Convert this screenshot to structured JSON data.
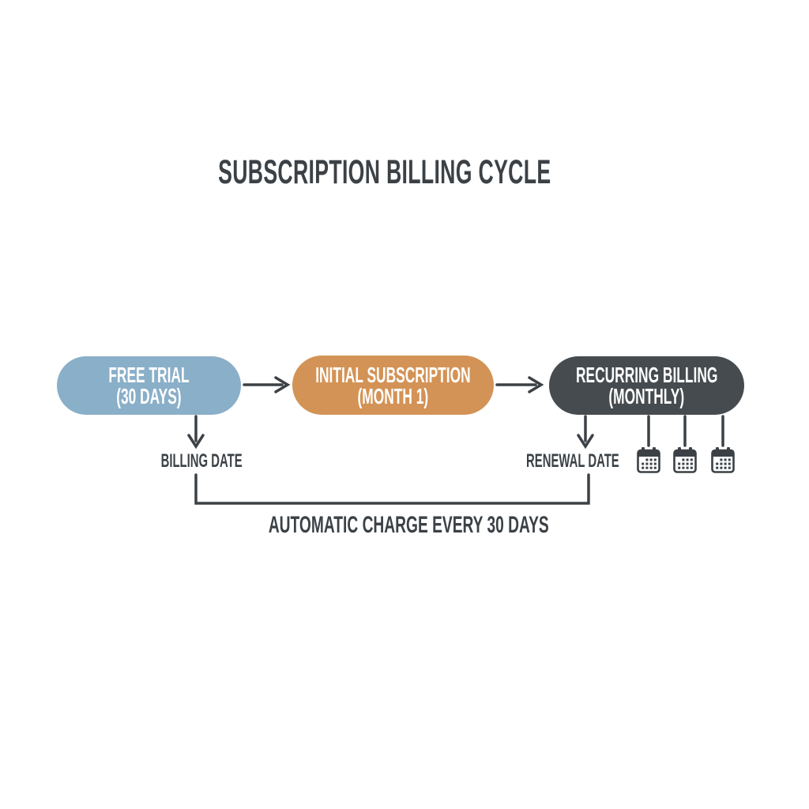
{
  "title": "SUBSCRIPTION BILLING CYCLE",
  "colors": {
    "background": "#ffffff",
    "free_trial_pill": "#8aafc8",
    "initial_subscription_pill": "#d39356",
    "recurring_billing_pill": "#464b4f",
    "pill_text": "#ffffff",
    "line_and_text": "#3c4146"
  },
  "diagram": {
    "type": "flowchart",
    "nodes": [
      {
        "id": "free-trial",
        "label_line1": "FREE TRIAL",
        "label_line2": "(30 DAYS)",
        "color": "#8aafc8"
      },
      {
        "id": "initial-subscription",
        "label_line1": "INITIAL SUBSCRIPTION",
        "label_line2": "(MONTH 1)",
        "color": "#d39356"
      },
      {
        "id": "recurring-billing",
        "label_line1": "RECURRING BILLING",
        "label_line2": "(MONTHLY)",
        "color": "#464b4f"
      }
    ],
    "edges": [
      {
        "from": "free-trial",
        "to": "initial-subscription",
        "type": "arrow-right"
      },
      {
        "from": "initial-subscription",
        "to": "recurring-billing",
        "type": "arrow-right"
      },
      {
        "from": "free-trial",
        "to": "billing-date-label",
        "type": "arrow-down"
      },
      {
        "from": "recurring-billing",
        "to": "renewal-date-label",
        "type": "arrow-down"
      },
      {
        "from": "recurring-billing",
        "to": "calendar-icons",
        "type": "plain-lines",
        "count": 3
      },
      {
        "from": "billing-date-label",
        "to": "renewal-date-label",
        "type": "bracket",
        "label": "AUTOMATIC CHARGE EVERY 30 DAYS"
      }
    ],
    "annotations": {
      "billing_date": "BILLING DATE",
      "renewal_date": "RENEWAL DATE",
      "automatic_charge": "AUTOMATIC CHARGE EVERY 30 DAYS"
    },
    "icons": {
      "calendar_count": 3,
      "calendar_name": "calendar-icon"
    }
  }
}
